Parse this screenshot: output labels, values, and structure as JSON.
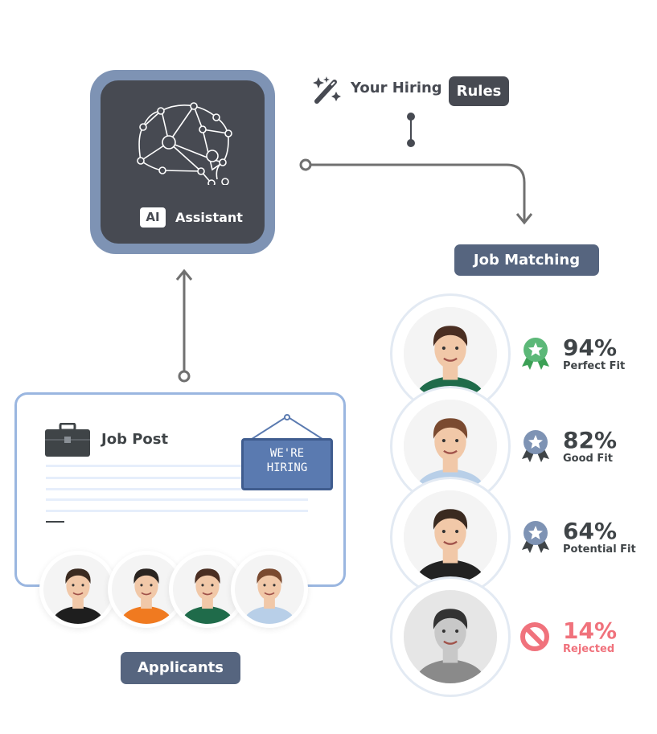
{
  "ai_assistant": {
    "badge": "AI",
    "label": "Assistant"
  },
  "hiring_rules": {
    "prefix": "Your Hiring",
    "pill": "Rules",
    "icon": "magic-wand-icon"
  },
  "job_matching": {
    "label": "Job Matching"
  },
  "job_post": {
    "title": "Job Post",
    "sign_line1": "WE'RE",
    "sign_line2": "HIRING",
    "icon": "briefcase-icon"
  },
  "applicants": {
    "label": "Applicants",
    "count": 4
  },
  "matches": [
    {
      "percent": "94%",
      "label": "Perfect Fit",
      "badge": "award-ribbon-icon",
      "color": "#5cb878",
      "top": true,
      "shirt": "#1f6b4a",
      "hair": "#4a2e22"
    },
    {
      "percent": "82%",
      "label": "Good Fit",
      "badge": "award-ribbon-icon",
      "color": "#7e93b4",
      "shirt": "#b8cfe8",
      "hair": "#7a4a30"
    },
    {
      "percent": "64%",
      "label": "Potential Fit",
      "badge": "award-ribbon-icon",
      "color": "#7e93b4",
      "shirt": "#222",
      "hair": "#3a2a20"
    },
    {
      "percent": "14%",
      "label": "Rejected",
      "badge": "prohibited-icon",
      "color": "#f0727c",
      "shirt": "#8a8a8a",
      "hair": "#333"
    }
  ],
  "colors": {
    "dark": "#474a52",
    "accent": "#7e93b4",
    "pill": "#56657f",
    "reject": "#f0727c",
    "fit": "#5cb878"
  }
}
